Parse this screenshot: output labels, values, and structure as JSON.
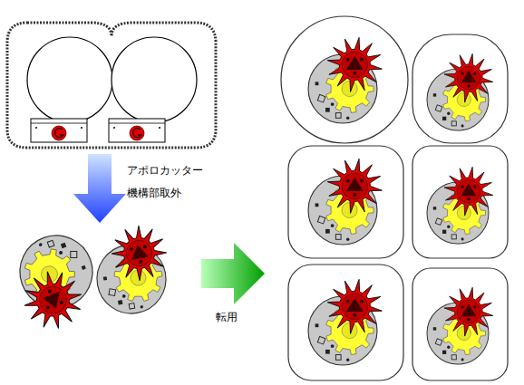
{
  "diagram": {
    "labels": [
      "アポロカッター",
      "機構部取外",
      "転用"
    ]
  }
}
